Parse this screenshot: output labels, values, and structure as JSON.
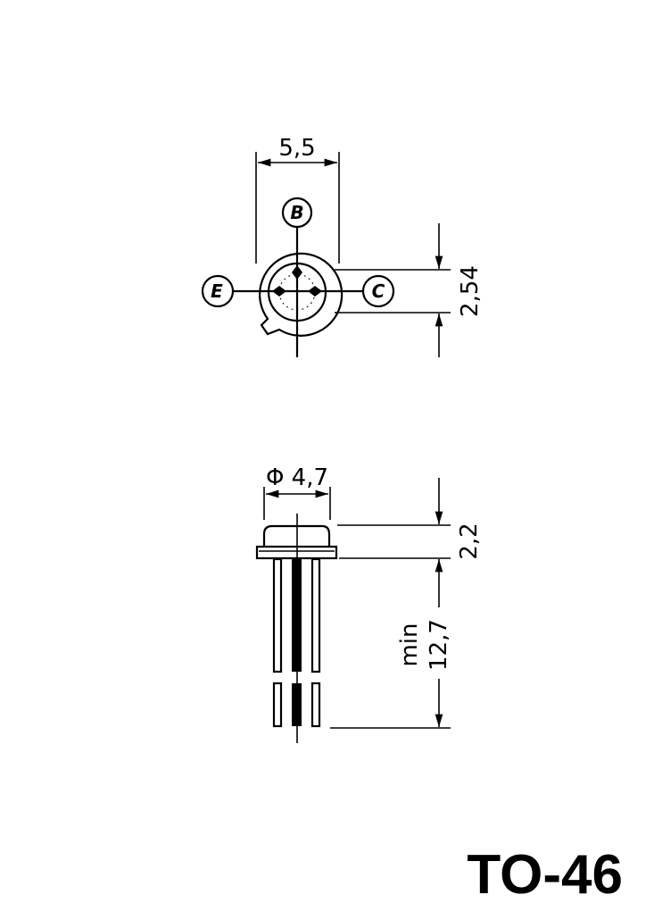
{
  "top_view": {
    "width_dim": "5,5",
    "pitch_dim": "2,54",
    "pins": {
      "base": "B",
      "emitter": "E",
      "collector": "C"
    }
  },
  "side_view": {
    "diameter_dim": "Φ 4,7",
    "height_dim": "2,2",
    "lead_min_label": "min",
    "lead_length_dim": "12,7"
  },
  "package_name": "TO-46"
}
